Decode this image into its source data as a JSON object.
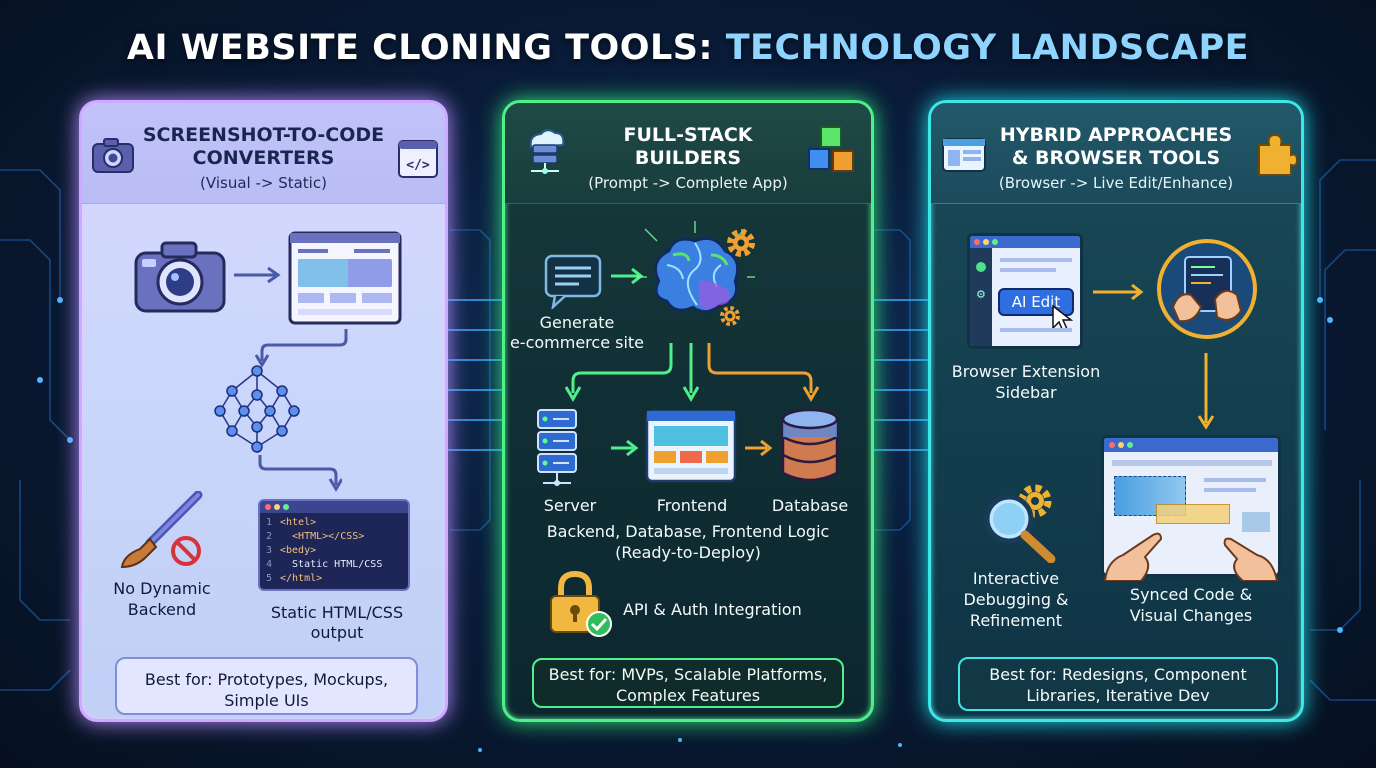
{
  "title": {
    "part1": "AI WEBSITE CLONING TOOLS:",
    "part2": "TECHNOLOGY LANDSCAPE"
  },
  "colors": {
    "panel1_border": "#cfa8ff",
    "panel2_border": "#4ff08a",
    "panel3_border": "#3fe6e6",
    "title_accent": "#8fd3ff"
  },
  "panel1": {
    "title_line1": "SCREENSHOT-TO-CODE",
    "title_line2": "CONVERTERS",
    "subtitle": "(Visual -> Static)",
    "no_backend_line1": "No Dynamic",
    "no_backend_line2": "Backend",
    "output_line1": "Static HTML/CSS",
    "output_line2": "output",
    "code_lines": [
      {
        "num": "1",
        "text": "<htel>"
      },
      {
        "num": "2",
        "text": "  <HTML></CSS>"
      },
      {
        "num": "3",
        "text": "<bedy>"
      },
      {
        "num": "4",
        "text": "  Static HTML/CSS"
      },
      {
        "num": "5",
        "text": "</html>"
      }
    ],
    "best_line1": "Best for: Prototypes, Mockups,",
    "best_line2": "Simple UIs"
  },
  "panel2": {
    "title_line1": "FULL-STACK",
    "title_line2": "BUILDERS",
    "subtitle": "(Prompt -> Complete App)",
    "prompt_line1": "Generate",
    "prompt_line2": "e-commerce site",
    "server": "Server",
    "frontend": "Frontend",
    "database": "Database",
    "stack_line1": "Backend, Database, Frontend Logic",
    "stack_line2": "(Ready-to-Deploy)",
    "api_auth": "API & Auth Integration",
    "best_line1": "Best for: MVPs, Scalable Platforms,",
    "best_line2": "Complex Features"
  },
  "panel3": {
    "title_line1": "HYBRID APPROACHES",
    "title_line2": "& BROWSER TOOLS",
    "subtitle": "(Browser -> Live Edit/Enhance)",
    "ai_edit": "AI Edit",
    "ext_line1": "Browser Extension",
    "ext_line2": "Sidebar",
    "debug_line1": "Interactive",
    "debug_line2": "Debugging &",
    "debug_line3": "Refinement",
    "sync_line1": "Synced Code &",
    "sync_line2": "Visual Changes",
    "best_line1": "Best for: Redesigns, Component",
    "best_line2": "Libraries, Iterative Dev"
  }
}
